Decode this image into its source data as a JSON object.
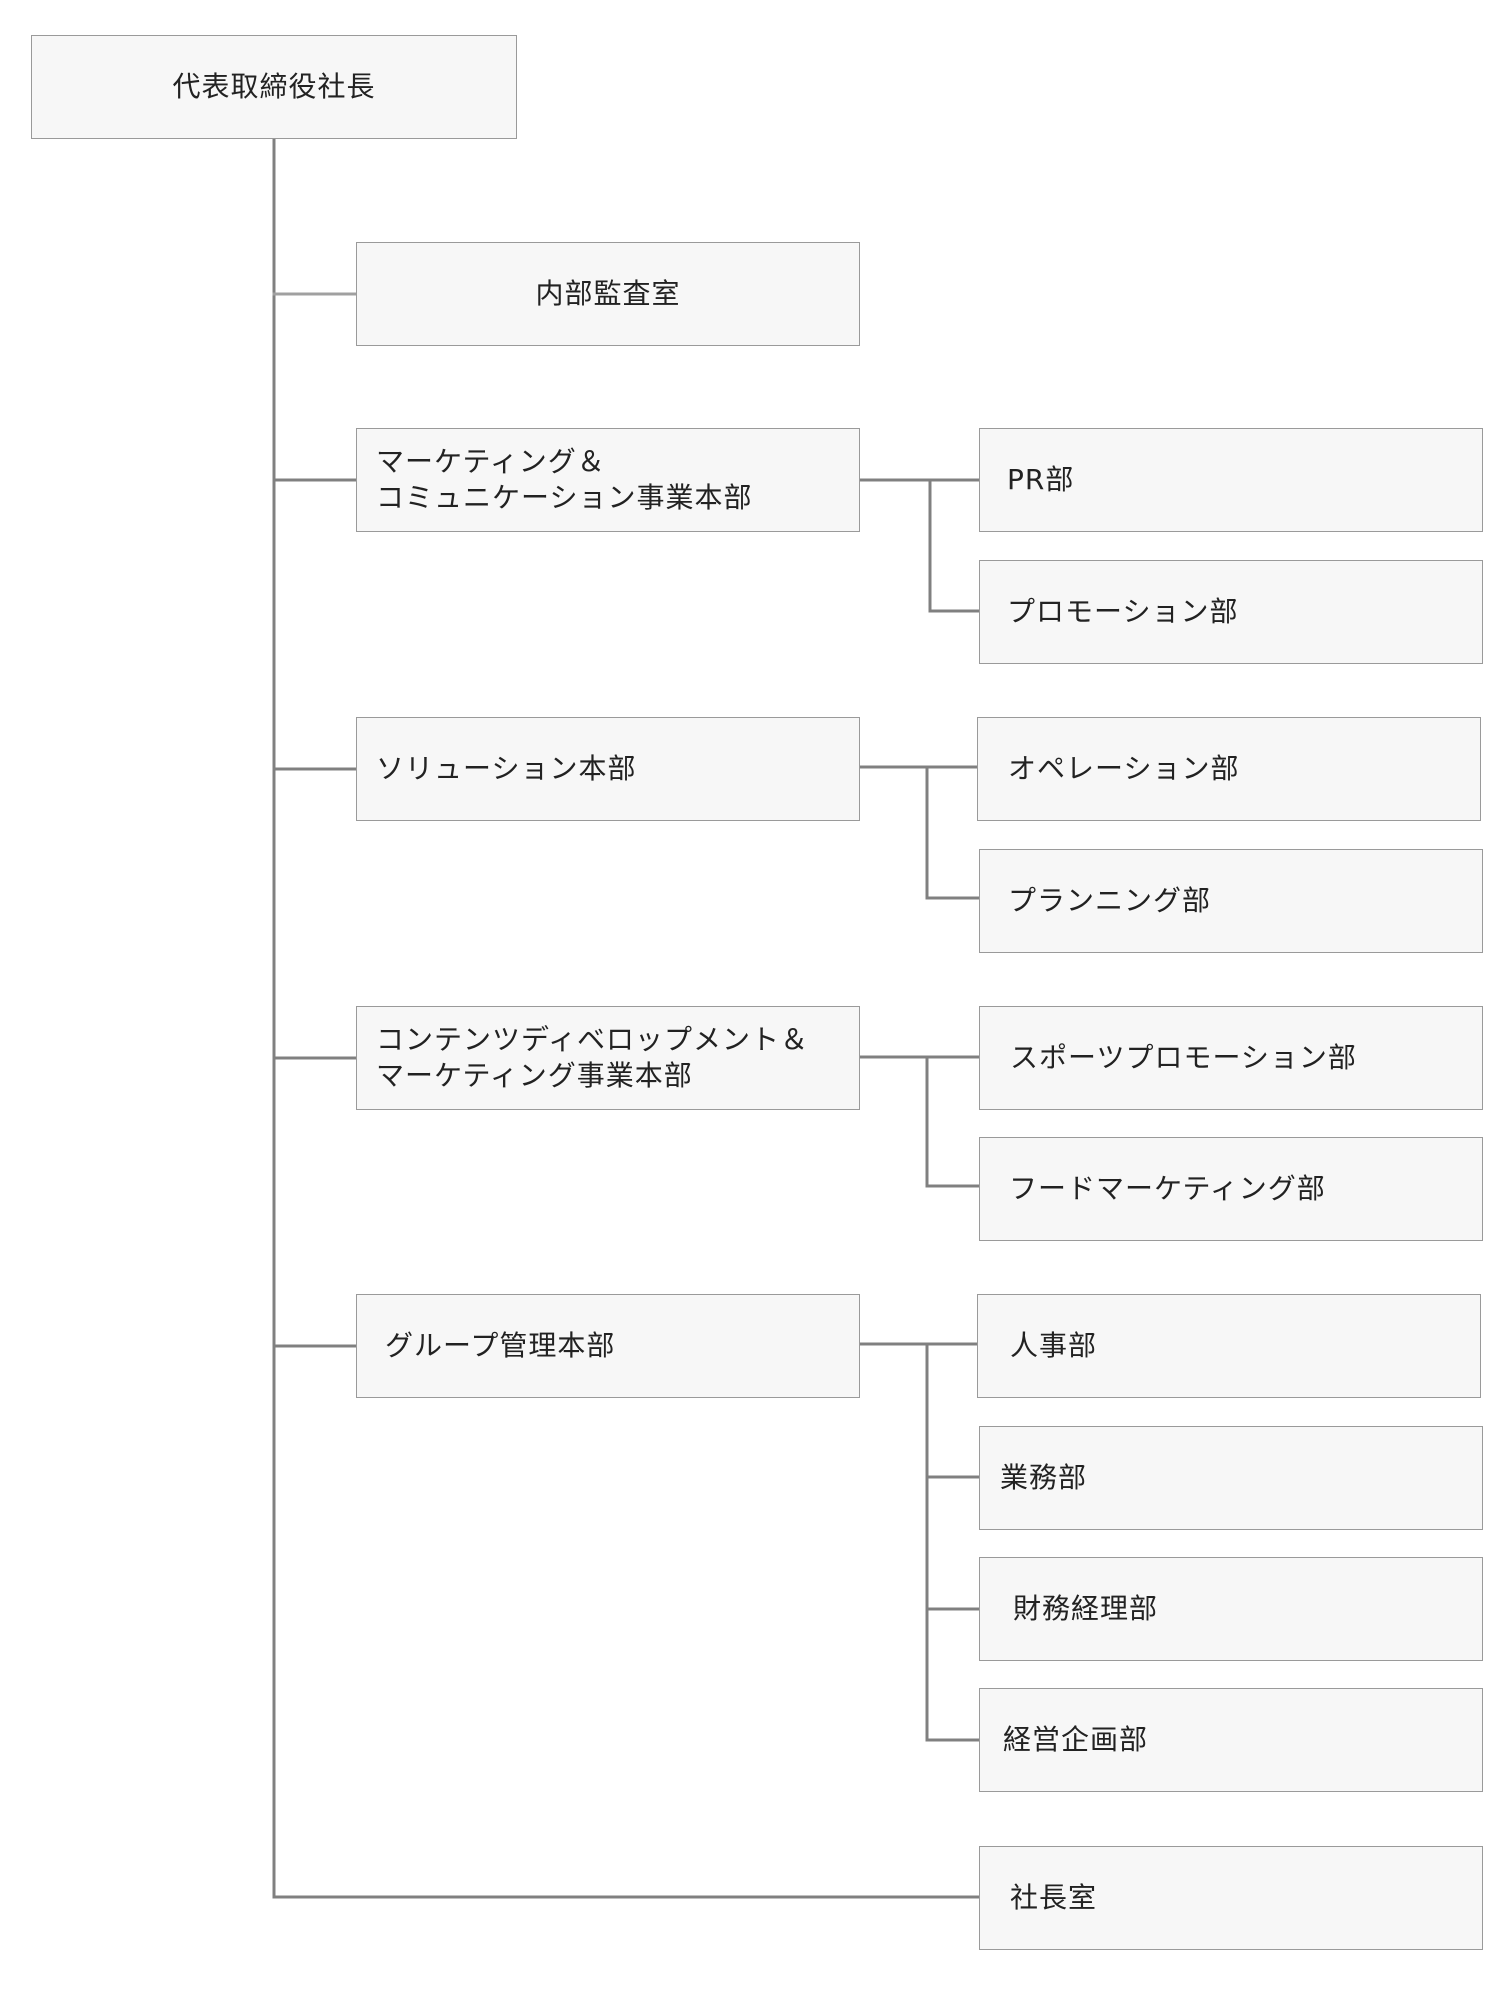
{
  "org_chart": {
    "ceo": {
      "label": "代表取締役社長"
    },
    "audit": {
      "label": "内部監査室"
    },
    "divisions": [
      {
        "lines": [
          "マーケティング＆",
          "コミュニケーション事業本部"
        ],
        "departments": [
          "PR部",
          "プロモーション部"
        ]
      },
      {
        "lines": [
          "ソリューション本部"
        ],
        "departments": [
          "オペレーション部",
          "プランニング部"
        ]
      },
      {
        "lines": [
          "コンテンツディベロップメント＆",
          "マーケティング事業本部"
        ],
        "departments": [
          "スポーツプロモーション部",
          "フードマーケティング部"
        ]
      },
      {
        "lines": [
          "グループ管理本部"
        ],
        "departments": [
          "人事部",
          "業務部",
          "財務経理部",
          "経営企画部"
        ]
      }
    ],
    "president_office": {
      "label": "社長室"
    }
  },
  "colors": {
    "box_fill": "#f7f7f7",
    "box_border": "#9a9a9a",
    "connector": "#808080"
  }
}
